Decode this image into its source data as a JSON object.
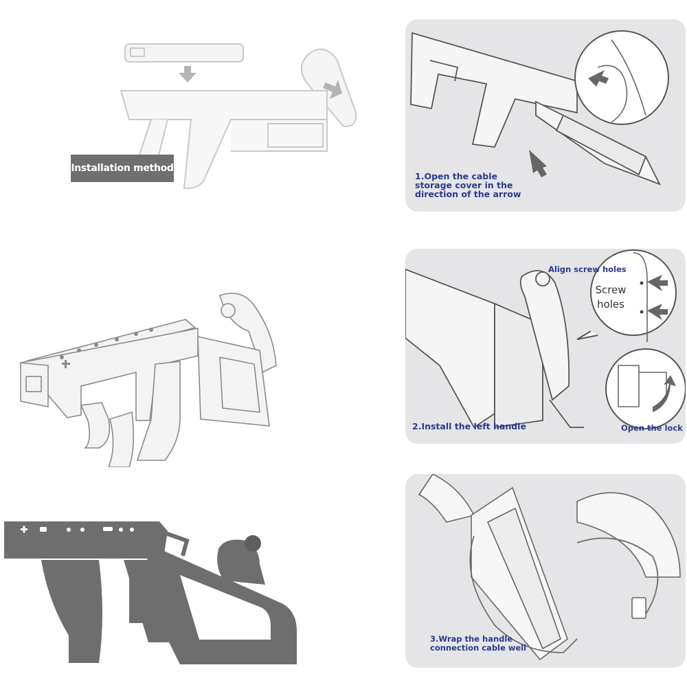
{
  "install_label": "Installation method",
  "steps": [
    {
      "caption": "1.Open the cable storage cover in the direction of the arrow"
    },
    {
      "caption": "2.Install the left handle",
      "callout_top": "Align screw holes",
      "callout_inner": "Screw holes",
      "callout_bottom": "Open the lock"
    },
    {
      "caption": "3.Wrap the handle connection cable well"
    }
  ],
  "colors": {
    "panel": "#e5e5e7",
    "caption": "#2b3a8f",
    "label_bg": "#6f6f6f",
    "dark_gun": "#6e6e6e"
  }
}
